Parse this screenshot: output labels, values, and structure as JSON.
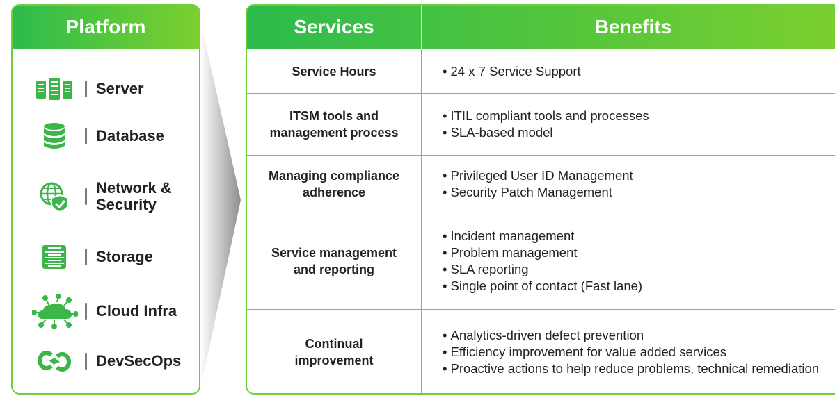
{
  "platform": {
    "title": "Platform",
    "items": [
      {
        "label_lines": [
          "Server"
        ],
        "icon": "server-icon"
      },
      {
        "label_lines": [
          "Database"
        ],
        "icon": "database-icon"
      },
      {
        "label_lines": [
          "Network &",
          "Security"
        ],
        "icon": "network-security-icon"
      },
      {
        "label_lines": [
          "Storage"
        ],
        "icon": "storage-icon"
      },
      {
        "label_lines": [
          "Cloud Infra"
        ],
        "icon": "cloud-icon"
      },
      {
        "label_lines": [
          "DevSecOps"
        ],
        "icon": "devsecops-icon"
      }
    ]
  },
  "table": {
    "header_services": "Services",
    "header_benefits": "Benefits",
    "rows": [
      {
        "service_lines": [
          "Service Hours"
        ],
        "benefits": [
          "24 x 7 Service Support"
        ]
      },
      {
        "service_lines": [
          "ITSM tools and",
          "management process"
        ],
        "benefits": [
          "ITIL compliant tools and processes",
          "SLA-based model"
        ]
      },
      {
        "service_lines": [
          "Managing compliance",
          "adherence"
        ],
        "benefits": [
          "Privileged User ID Management",
          "Security Patch Management"
        ]
      },
      {
        "service_lines": [
          "Service management",
          "and reporting"
        ],
        "benefits": [
          "Incident management",
          "Problem management",
          "SLA reporting",
          "Single point of contact (Fast lane)"
        ]
      },
      {
        "service_lines": [
          "Continual",
          "improvement"
        ],
        "benefits": [
          "Analytics-driven defect prevention",
          "Efficiency improvement for value added services",
          "Proactive actions to help reduce problems, technical remediation"
        ]
      }
    ]
  },
  "colors": {
    "accent_green": "#2dbb4c",
    "lime": "#7ccf2f",
    "border": "#6fcf3a"
  }
}
